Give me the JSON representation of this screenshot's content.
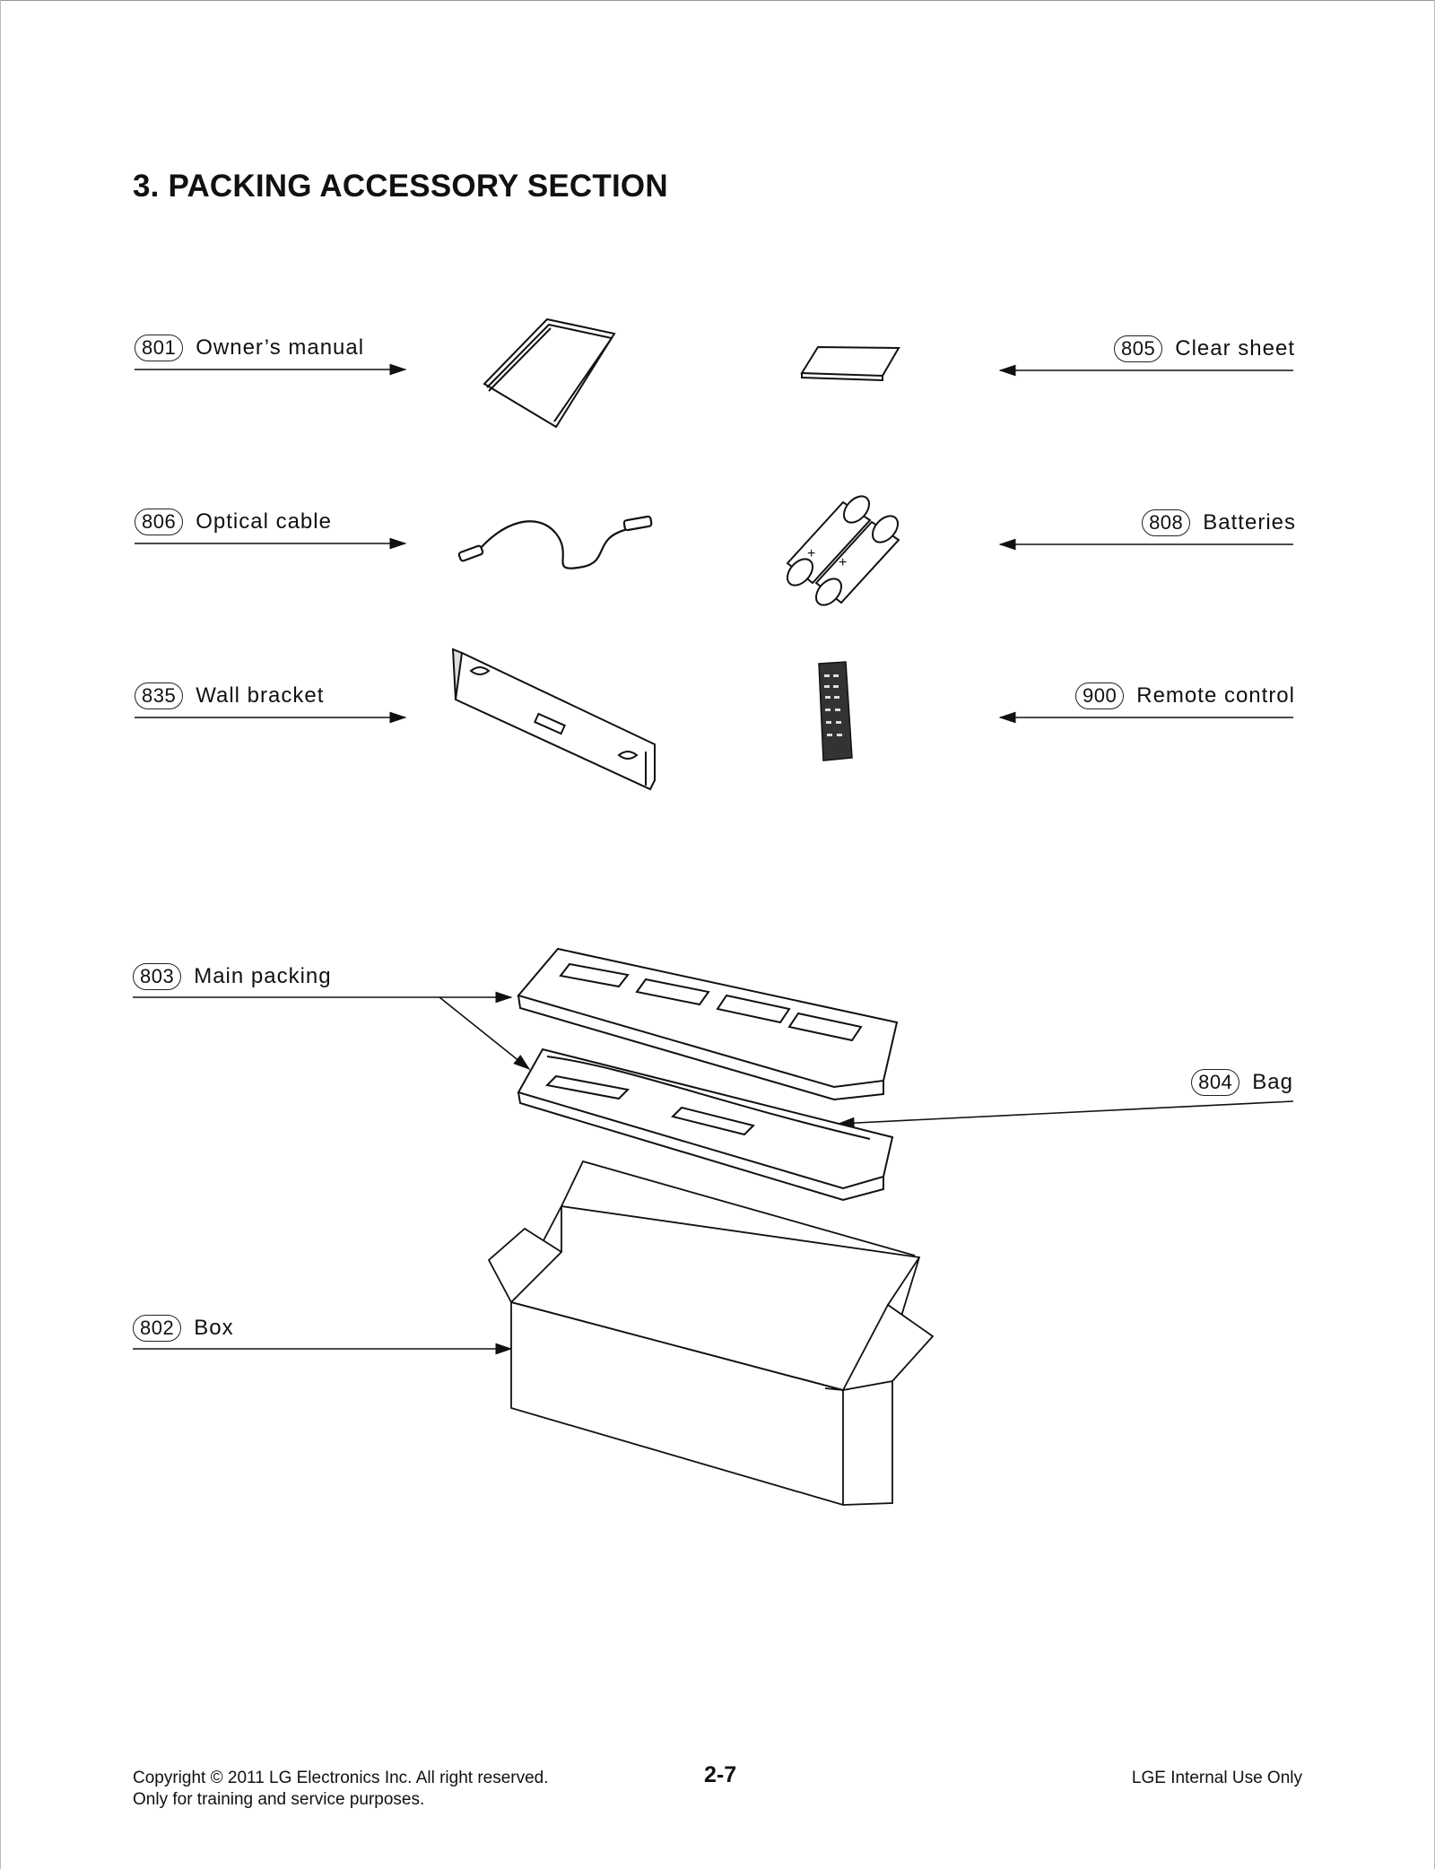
{
  "title": "3. PACKING ACCESSORY SECTION",
  "parts": {
    "p801": {
      "num": "801",
      "name": "Owner’s manual"
    },
    "p805": {
      "num": "805",
      "name": "Clear sheet"
    },
    "p806": {
      "num": "806",
      "name": "Optical cable"
    },
    "p808": {
      "num": "808",
      "name": "Batteries"
    },
    "p835": {
      "num": "835",
      "name": "Wall bracket"
    },
    "p900": {
      "num": "900",
      "name": "Remote control"
    },
    "p803": {
      "num": "803",
      "name": "Main packing"
    },
    "p804": {
      "num": "804",
      "name": "Bag"
    },
    "p802": {
      "num": "802",
      "name": "Box"
    }
  },
  "footer": {
    "copyright": "Copyright © 2011 LG Electronics Inc. All right reserved.",
    "purpose": "Only for training and service purposes.",
    "page": "2-7",
    "internal": "LGE Internal Use Only"
  }
}
